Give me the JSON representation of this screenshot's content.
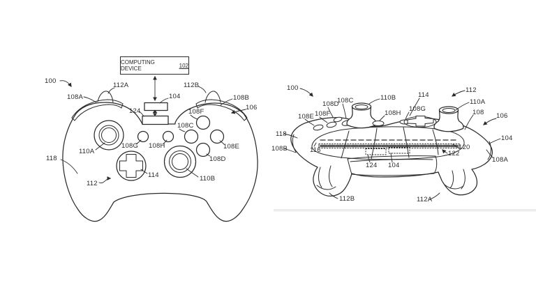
{
  "colors": {
    "ink": "#2a2a2a",
    "background": "#ffffff"
  },
  "figure1": {
    "computing_device_box": {
      "title": "COMPUTING DEVICE",
      "ref": "102"
    },
    "refs": {
      "n100": "100",
      "n104": "104",
      "n106": "106",
      "n108A": "108A",
      "n108B": "108B",
      "n108C": "108C",
      "n108D": "108D",
      "n108E": "108E",
      "n108F": "108F",
      "n108G": "108G",
      "n108H": "108H",
      "n110A": "110A",
      "n110B": "110B",
      "n112": "112",
      "n112A": "112A",
      "n112B": "112B",
      "n114": "114",
      "n118": "118",
      "n124": "124"
    }
  },
  "figure2": {
    "refs": {
      "n100": "100",
      "n104_side": "104",
      "n104_bottom": "104",
      "n106": "106",
      "n108": "108",
      "n108A": "108A",
      "n108B": "108B",
      "n108C": "108C",
      "n108D": "108D",
      "n108E": "108E",
      "n108F": "108F",
      "n108G": "108G",
      "n108H": "108H",
      "n110A": "110A",
      "n110B": "110B",
      "n112": "112",
      "n112A": "112A",
      "n112B": "112B",
      "n114": "114",
      "n116": "116",
      "n118": "118",
      "n120": "120",
      "n122": "122",
      "n124": "124"
    }
  }
}
